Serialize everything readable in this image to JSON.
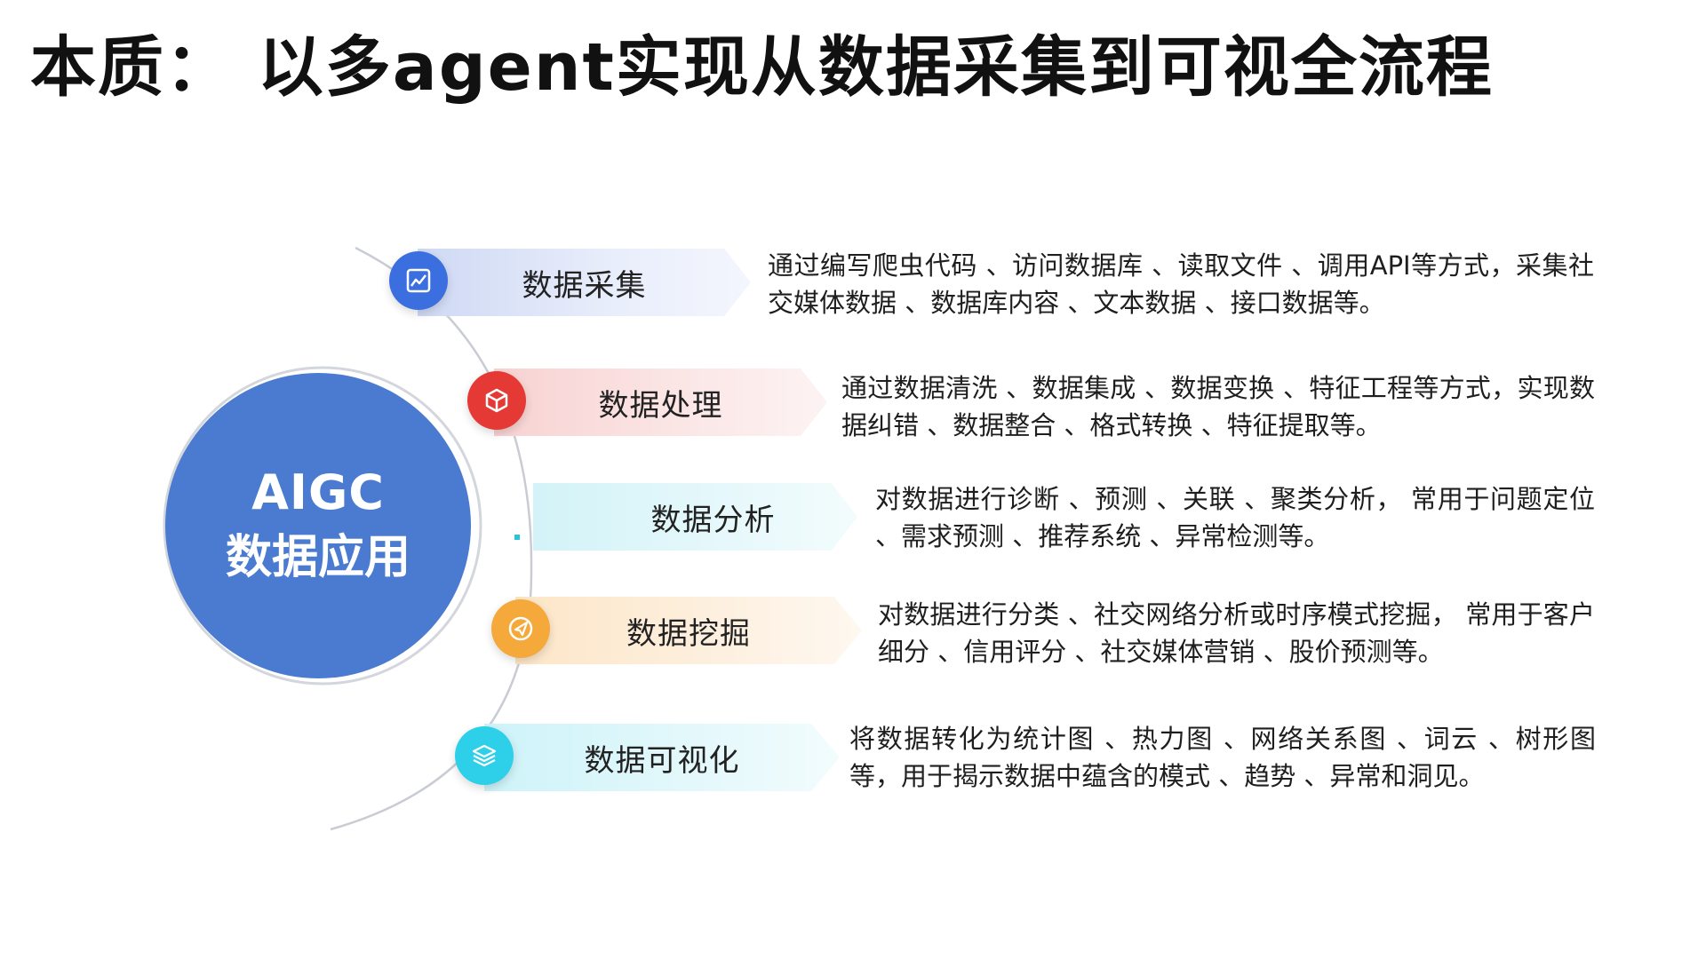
{
  "title": "本质： 以多agent实现从数据采集到可视全流程",
  "center": {
    "line1": "AIGC",
    "line2": "数据应用",
    "color": "#4a7bd0"
  },
  "stages": [
    {
      "label": "数据采集",
      "icon": "chart-board-icon",
      "color": "#3b6fe0",
      "description": "通过编写爬虫代码 、访问数据库 、读取文件 、调用API等方式，采集社交媒体数据 、数据库内容 、文本数据 、接口数据等。"
    },
    {
      "label": "数据处理",
      "icon": "cube-icon",
      "color": "#e53935",
      "description": "通过数据清洗 、数据集成 、数据变换 、特征工程等方式，实现数据纠错 、数据整合 、格式转换 、特征提取等。"
    },
    {
      "label": "数据分析",
      "icon": "none",
      "color": "#29c3dc",
      "description": "对数据进行诊断 、预测 、关联 、聚类分析， 常用于问题定位 、需求预测 、推荐系统 、异常检测等。"
    },
    {
      "label": "数据挖掘",
      "icon": "paper-plane-icon",
      "color": "#f5a93b",
      "description": "对数据进行分类 、社交网络分析或时序模式挖掘， 常用于客户细分 、信用评分 、社交媒体营销 、股价预测等。"
    },
    {
      "label": "数据可视化",
      "icon": "layers-icon",
      "color": "#2dd0e8",
      "description": "将数据转化为统计图 、热力图 、网络关系图 、词云 、树形图等，用于揭示数据中蕴含的模式 、趋势 、异常和洞见。"
    }
  ]
}
